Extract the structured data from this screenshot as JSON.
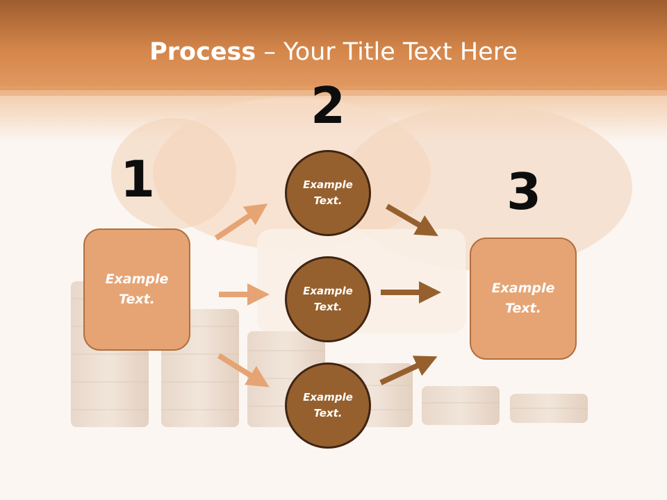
{
  "slide": {
    "title_bold": "Process",
    "title_rest": " – Your Title Text Here",
    "step_numbers": [
      "1",
      "2",
      "3"
    ],
    "left_box_text": "Example\nText.",
    "right_box_text": "Example\nText.",
    "circles": [
      "Example\nText.",
      "Example\nText.",
      "Example\nText."
    ]
  },
  "colors": {
    "header": "#d4864a",
    "box_fill": "#e6a474",
    "box_border": "#b06f3f",
    "circle_fill": "#96602e",
    "circle_border": "#3f2412",
    "arrow_light": "#e6a474",
    "arrow_dark": "#96602e"
  }
}
